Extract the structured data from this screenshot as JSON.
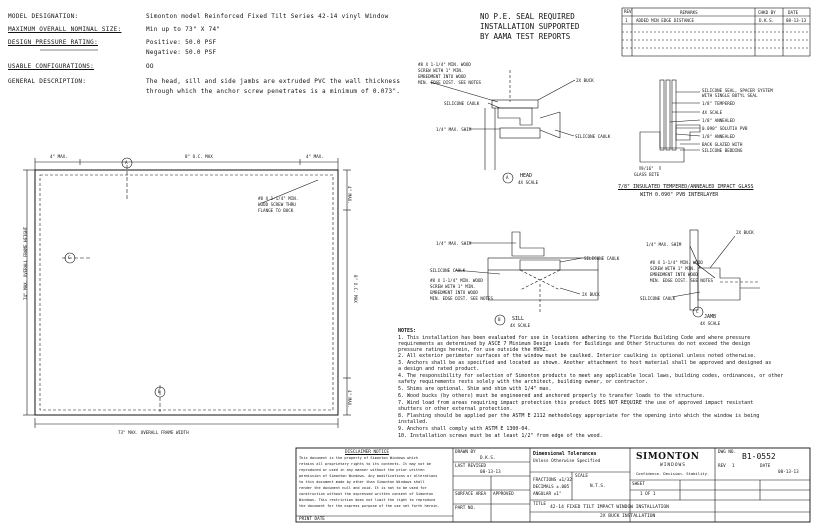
{
  "spec": {
    "rows": [
      {
        "label": "MODEL DESIGNATION:",
        "value": "Simonton model Reinforced Fixed Tilt Series 42-14 vinyl Window"
      },
      {
        "label": "MAXIMUM OVERALL NOMINAL SIZE:",
        "value": "Min up to 73\" X 74\""
      },
      {
        "label": "DESIGN PRESSURE RATING:",
        "value": "Positive: 50.0 PSF",
        "value2": "Negative: 50.0 PSF"
      },
      {
        "label": "USABLE CONFIGURATIONS:",
        "value": "OO"
      },
      {
        "label": "GENERAL DESCRIPTION:",
        "value": "The head, sill and side jambs are extruded PVC the wall thickness",
        "value2": "through which the anchor screw penetrates is a minimum of 0.073\"."
      }
    ]
  },
  "seal_note": [
    "NO P.E. SEAL REQUIRED",
    "INSTALLATION SUPPORTED",
    "BY AAMA TEST REPORTS"
  ],
  "revision_table": {
    "rev_label": "REV",
    "headers": [
      "REMARKS",
      "CHKD BY",
      "DATE"
    ],
    "row": {
      "rev": "1",
      "remarks": "ADDED MIN EDGE DISTANCE",
      "chkd": "D.K.S.",
      "date": "08-13-13"
    }
  },
  "elevation": {
    "dim_top_left": "4\" MAX.",
    "dim_top_mid": "8\" O.C. MAX",
    "dim_top_right": "4\" MAX.",
    "dim_left": "74\" MAX. OVERALL FRAME HEIGHT",
    "dim_right": "8\" O.C. MAX",
    "dim_right_top": "4\" MAX.",
    "dim_right_bottom": "4\" MAX.",
    "dim_bottom": "73\" MAX. OVERALL FRAME WIDTH",
    "callout": [
      "#8 X 1-1/4\" MIN.",
      "WOOD SCREW THRU",
      "FLANGE TO BUCK"
    ],
    "sections": [
      "A",
      "B",
      "C"
    ]
  },
  "head": {
    "labels": [
      "#8 X 1-1/4\" MIN. WOOD",
      "SCREW WITH 1\" MIN.",
      "EMBEDMENT INTO WOOD",
      "MIN. EDGE DIST. SEE NOTES"
    ],
    "buck": "2X BUCK",
    "caulk1": "SILICONE CAULK",
    "shim": "1/4\" MAX. SHIM",
    "caulk2": "SILICONE CAULK",
    "title": "HEAD",
    "scale": "4X SCALE",
    "mark": "A"
  },
  "glass": {
    "labels": [
      "SILICONE SEAL, SPACER SYSTEM",
      "WITH SINGLE BUTYL SEAL",
      "1/8\" TEMPERED",
      "4X SCALE",
      "1/8\" ANNEALED",
      "0.090\" SOLUTIA PVB",
      "1/8\" ANNEALED",
      "BACK GLAZED WITH",
      "SILICONE BEDDING"
    ],
    "bite": "9/16\"",
    "bite2": "GLASS BITE",
    "title": "7/8\" INSULATED TEMPERED/ANNEALED IMPACT GLASS",
    "subtitle": "WITH 0.090\" PVB INTERLAYER"
  },
  "sill": {
    "shim": "1/4\" MAX. SHIM",
    "caulk1": "SILICONE CAULK",
    "caulk2": "SILICONE CAULK",
    "labels": [
      "#8 X 1-1/4\" MIN. WOOD",
      "SCREW WITH 1\" MIN.",
      "EMBEDMENT INTO WOOD",
      "MIN. EDGE DIST. SEE NOTES"
    ],
    "buck": "2X BUCK",
    "title": "SILL",
    "scale": "4X SCALE",
    "mark": "B"
  },
  "jamb": {
    "buck": "2X BUCK",
    "shim": "1/4\" MAX. SHIM",
    "labels": [
      "#8 X 1-1/4\" MIN. WOOD",
      "SCREW WITH 1\" MIN.",
      "EMBEDMENT INTO WOOD",
      "MIN. EDGE DIST. SEE NOTES"
    ],
    "caulk": "SILICONE CAULK",
    "title": "JAMB",
    "scale": "4X SCALE",
    "mark": "C"
  },
  "notes": {
    "title": "NOTES:",
    "lines": [
      "1. This installation has been evaluated for use in locations adhering to the Florida Building Code and where pressure",
      "   requirements as determined by ASCE 7 Minimum Design Loads for Buildings and Other Structures do not exceed the design",
      "   pressure ratings herein, for use outside the HVHZ.",
      "2. All exterior perimeter surfaces of the window must be caulked. Interior caulking is optional unless noted otherwise.",
      "3. Anchors shall be as specified and located as shown. Another attachment to host material shall be approved and designed as",
      "   a design and rated product.",
      "4. The responsibility for selection of Simonton products to meet any applicable local laws, building codes, ordinances, or other",
      "   safety requirements rests solely with the architect, building owner, or contractor.",
      "5. Shims are optional. Shim and shim with 1/4\" max.",
      "6. Wood bucks (by others) must be engineered and anchored properly to transfer loads to the structure.",
      "7. Wind load from areas requiring impact protection this product DOES NOT REQUIRE the use of approved impact resistant",
      "   shutters or other external protection.",
      "8. Flashing should be applied per the ASTM E 2112 methodology appropriate for the opening into which the window is being",
      "   installed.",
      "9. Anchors shall comply with ASTM E 1300-04.",
      "10. Installation screws must be at least 1/2\" from edge of the wood."
    ]
  },
  "title_block": {
    "disclaimer_title": "DISCLAIMER NOTICE",
    "disclaimer": [
      "This document is the property of Simonton Windows which",
      "retains all proprietary rights to its contents. It may not be",
      "reproduced or used in any manner without the prior written",
      "permission of Simonton Windows. Any modifications or alterations",
      "to this document made by other than Simonton Windows shall",
      "render the document null and void. It is not to be used for",
      "construction without the expressed written consent of Simonton",
      "Windows. This restriction does not limit the right to reproduce",
      "the document for the express purpose of the use set forth herein."
    ],
    "print_date": "PRINT DATE",
    "cells": {
      "drawn_by_label": "DRAWN BY",
      "drawn_by": "D.K.S.",
      "last_revised_label": "LAST REVISED",
      "last_revised": "08-13-13",
      "surface_area_label": "SURFACE AREA",
      "approved_label": "APPROVED",
      "part_no_label": "PART NO.",
      "dimensional_tolerance": "Dimensional Tolerances",
      "tolerance_note": "Unless Otherwise Specified",
      "fraction": "FRACTIONS ±1/32",
      "decimal": "DECIMALS ±.005",
      "angular": "ANGULAR ±1°",
      "scale_label": "SCALE",
      "scale": "N.T.S.",
      "sheet_label": "SHEET",
      "sheet": "1 OF 1",
      "title_label": "TITLE",
      "title": "42-14 FIXED TILT IMPACT WINDOW INSTALLATION",
      "subtitle": "2X BUCK INSTALLATION",
      "dwg_no_label": "DWG NO.",
      "dwg_no": "B1-0552",
      "rev_label": "REV",
      "rev": "1",
      "date_label": "DATE",
      "date": "08-13-13"
    },
    "brand": "SIMONTON",
    "brand_sub": "WINDOWS",
    "tagline": "Confidence. Decision. Stability."
  }
}
